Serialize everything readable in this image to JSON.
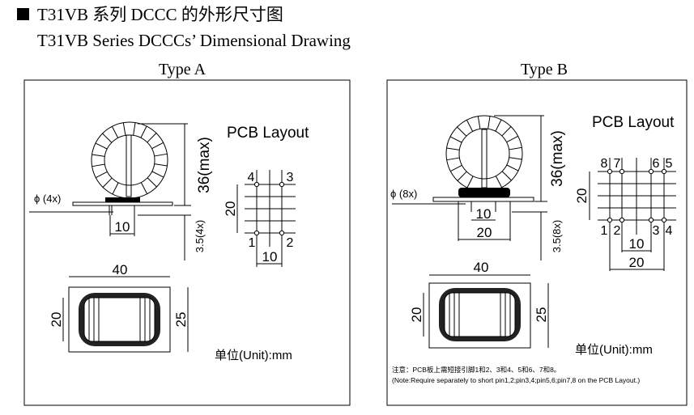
{
  "header": {
    "title_cn": "T31VB 系列 DCCC 的外形尺寸图",
    "title_en": "T31VB Series DCCCs’ Dimensional Drawing"
  },
  "type_a": {
    "label": "Type A",
    "pcb_layout_label": "PCB Layout",
    "pin_diameter": "ϕ (4x)",
    "height_dim": "36(max)",
    "pin_length_dim": "3.5(4x)",
    "pin_spacing_dim": "10",
    "layout_height_dim": "20",
    "layout_width_dim": "10",
    "pins": [
      "4",
      "3",
      "1",
      "2"
    ],
    "bottom_width_dim": "40",
    "bottom_depth_dim": "20",
    "bottom_height_dim": "25",
    "unit_label": "单位(Unit):mm"
  },
  "type_b": {
    "label": "Type B",
    "pcb_layout_label": "PCB Layout",
    "pin_diameter": "ϕ (8x)",
    "height_dim": "36(max)",
    "pin_length_dim": "3.5(8x)",
    "pin_spacing_dim": "10",
    "pin_span_dim": "20",
    "layout_height_dim": "20",
    "layout_inner_dim": "10",
    "layout_width_dim": "20",
    "pins": [
      "8",
      "7",
      "6",
      "5",
      "1",
      "2",
      "3",
      "4"
    ],
    "bottom_width_dim": "40",
    "bottom_depth_dim": "20",
    "bottom_height_dim": "25",
    "unit_label": "单位(Unit):mm",
    "note_cn": "注意：PCB板上需短接引脚1和2、3和4、5和6、7和8。",
    "note_en": "(Note:Require separately to short pin1,2;pin3,4;pin5,6;pin7,8 on the PCB Layout.)"
  }
}
